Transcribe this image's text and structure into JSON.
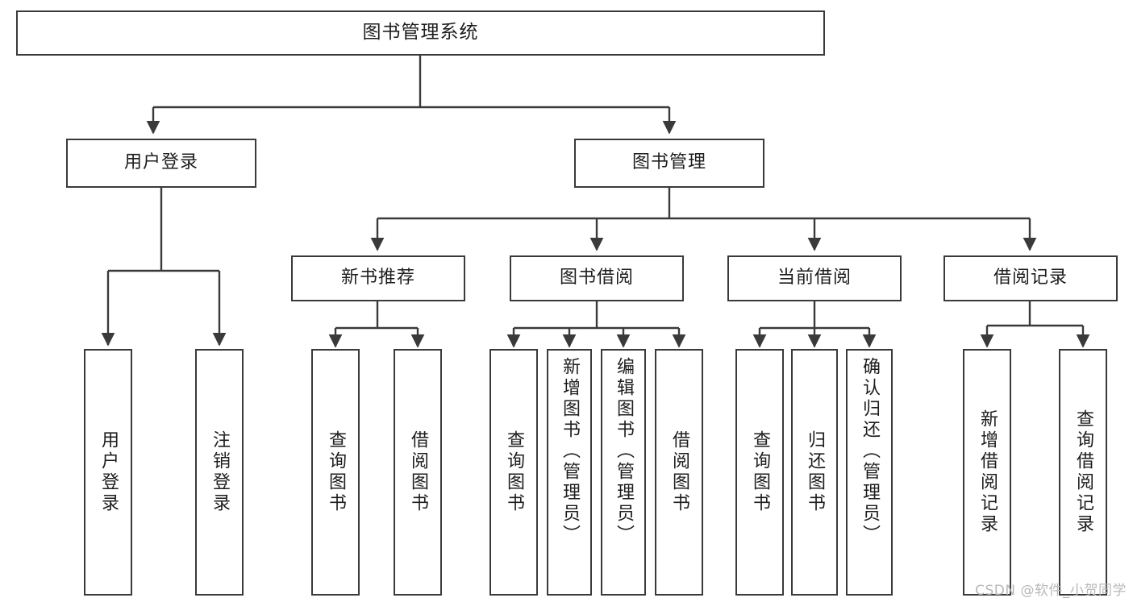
{
  "diagram": {
    "title": "图书管理系统",
    "type": "tree-hierarchy-flowchart",
    "stroke_color": "#3a3a3a",
    "background_color": "#ffffff",
    "root": {
      "id": "root",
      "label": "图书管理系统"
    },
    "level2": [
      {
        "id": "user-login",
        "label": "用户登录"
      },
      {
        "id": "book-management",
        "label": "图书管理"
      }
    ],
    "level3": [
      {
        "id": "new-book-recommend",
        "label": "新书推荐",
        "parent": "book-management"
      },
      {
        "id": "book-borrow",
        "label": "图书借阅",
        "parent": "book-management"
      },
      {
        "id": "current-borrow",
        "label": "当前借阅",
        "parent": "book-management"
      },
      {
        "id": "borrow-record",
        "label": "借阅记录",
        "parent": "book-management"
      }
    ],
    "leaves": {
      "user_login": [
        {
          "id": "leaf-user-login",
          "label": "用户登录"
        },
        {
          "id": "leaf-logout",
          "label": "注销登录"
        }
      ],
      "new_book_recommend": [
        {
          "id": "leaf-query-book-1",
          "label": "查询图书"
        },
        {
          "id": "leaf-borrow-book-1",
          "label": "借阅图书"
        }
      ],
      "book_borrow": [
        {
          "id": "leaf-query-book-2",
          "label": "查询图书"
        },
        {
          "id": "leaf-add-book",
          "label": "新增图书（管理员）"
        },
        {
          "id": "leaf-edit-book",
          "label": "编辑图书（管理员）"
        },
        {
          "id": "leaf-borrow-book-2",
          "label": "借阅图书"
        }
      ],
      "current_borrow": [
        {
          "id": "leaf-query-book-3",
          "label": "查询图书"
        },
        {
          "id": "leaf-return-book",
          "label": "归还图书"
        },
        {
          "id": "leaf-confirm-return",
          "label": "确认归还（管理员）"
        }
      ],
      "borrow_record": [
        {
          "id": "leaf-add-borrow-record",
          "label": "新增借阅记录"
        },
        {
          "id": "leaf-query-borrow-record",
          "label": "查询借阅记录"
        }
      ]
    }
  },
  "watermark": {
    "text": "CSDN @软件_小贺同学"
  }
}
